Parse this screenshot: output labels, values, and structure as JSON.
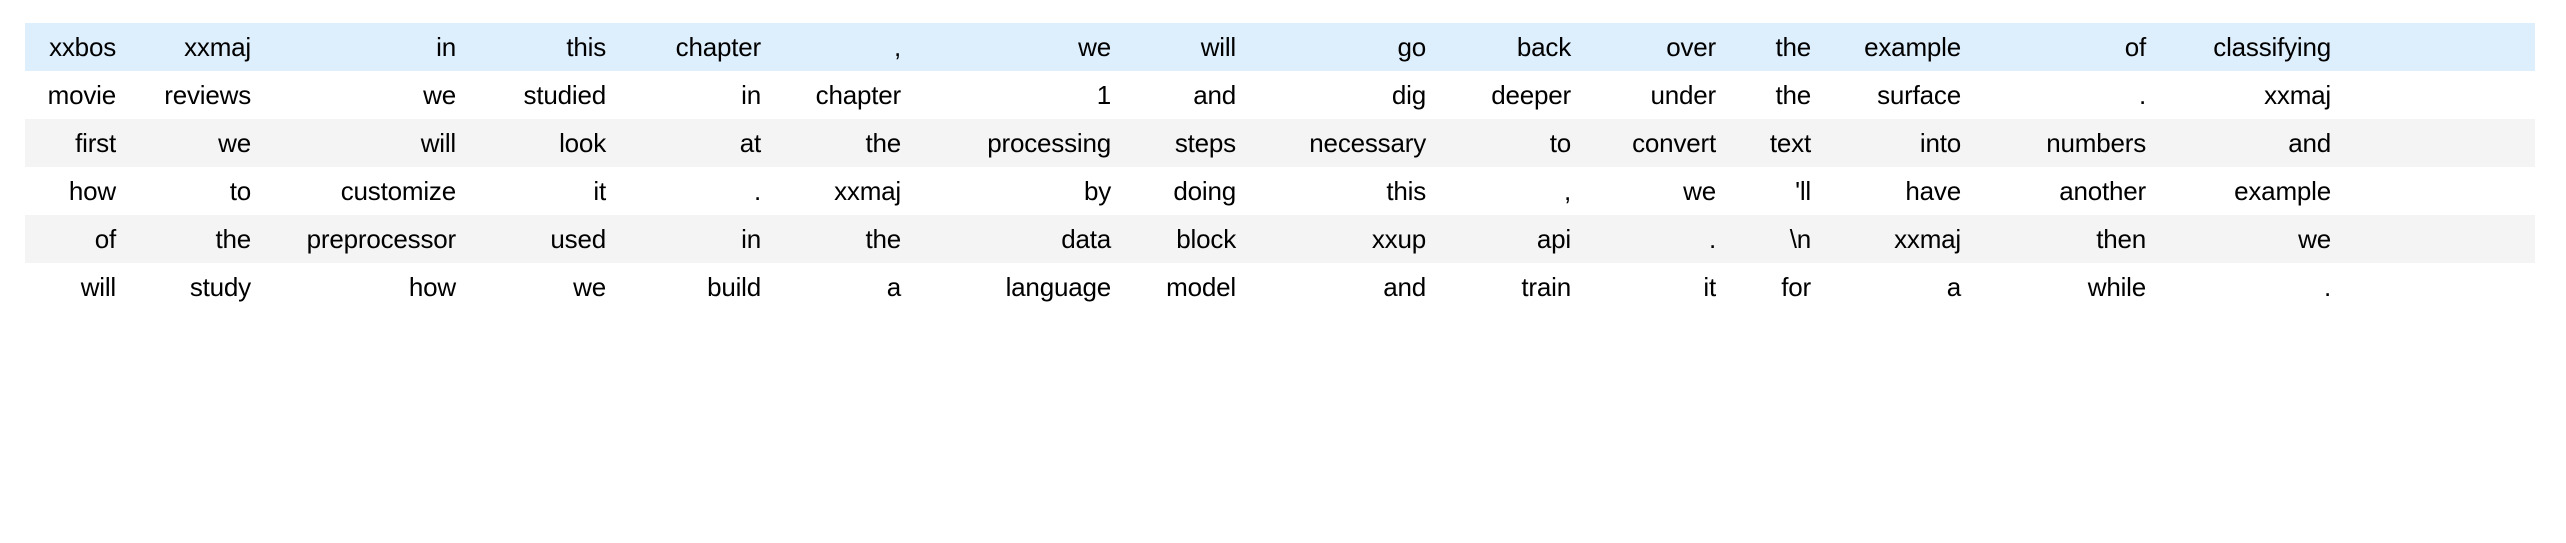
{
  "table": {
    "kind": "tokenized-text-dataframe",
    "num_rows": 6,
    "num_columns": 16,
    "colors": {
      "highlight_row": "#ddeefc",
      "stripe_row": "#f4f4f4",
      "plain_row": "#ffffff",
      "text": "#000000",
      "page_background": "#ffffff"
    },
    "cell_align": "right",
    "rows": [
      {
        "style": "highlight",
        "cells": [
          "xxbos",
          "xxmaj",
          "in",
          "this",
          "chapter",
          ",",
          "we",
          "will",
          "go",
          "back",
          "over",
          "the",
          "example",
          "of",
          "classifying",
          ""
        ]
      },
      {
        "style": "plain",
        "cells": [
          "movie",
          "reviews",
          "we",
          "studied",
          "in",
          "chapter",
          "1",
          "and",
          "dig",
          "deeper",
          "under",
          "the",
          "surface",
          ".",
          "xxmaj",
          ""
        ]
      },
      {
        "style": "stripe",
        "cells": [
          "first",
          "we",
          "will",
          "look",
          "at",
          "the",
          "processing",
          "steps",
          "necessary",
          "to",
          "convert",
          "text",
          "into",
          "numbers",
          "and",
          ""
        ]
      },
      {
        "style": "plain",
        "cells": [
          "how",
          "to",
          "customize",
          "it",
          ".",
          "xxmaj",
          "by",
          "doing",
          "this",
          ",",
          "we",
          "'ll",
          "have",
          "another",
          "example",
          ""
        ]
      },
      {
        "style": "stripe",
        "cells": [
          "of",
          "the",
          "preprocessor",
          "used",
          "in",
          "the",
          "data",
          "block",
          "xxup",
          "api",
          ".",
          "\\n",
          "xxmaj",
          "then",
          "we",
          ""
        ]
      },
      {
        "style": "plain",
        "cells": [
          "will",
          "study",
          "how",
          "we",
          "build",
          "a",
          "language",
          "model",
          "and",
          "train",
          "it",
          "for",
          "a",
          "while",
          ".",
          ""
        ]
      }
    ]
  }
}
